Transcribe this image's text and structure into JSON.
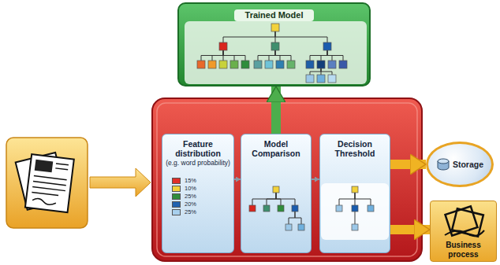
{
  "diagram": {
    "nodes": [
      {
        "text": [
          "Trained Model"
        ]
      },
      {
        "text": [
          "Feature distribution",
          "(e.g. word probability)"
        ]
      },
      {
        "text": [
          "Model Comparison"
        ]
      },
      {
        "text": [
          "Decision Threshold"
        ]
      },
      {
        "text": [
          "Storage"
        ]
      },
      {
        "text": [
          "Business process"
        ]
      }
    ],
    "edges": [
      {
        "from": 2,
        "to": 0,
        "arrow": "to"
      },
      {
        "from": 1,
        "to": 2,
        "arrow": "to"
      },
      {
        "from": 2,
        "to": 3,
        "arrow": "to"
      },
      {
        "from": 3,
        "to": 4,
        "arrow": "to"
      },
      {
        "from": 3,
        "to": 5,
        "arrow": "to"
      }
    ],
    "legend": [
      {
        "text": "15%",
        "color": "#e0302a"
      },
      {
        "text": "10%",
        "color": "#f0d03a"
      },
      {
        "text": "25%",
        "color": "#2f8d3b"
      },
      {
        "text": "20%",
        "color": "#2062b0"
      },
      {
        "text": "25%",
        "color": "#a8d0ee"
      }
    ]
  }
}
